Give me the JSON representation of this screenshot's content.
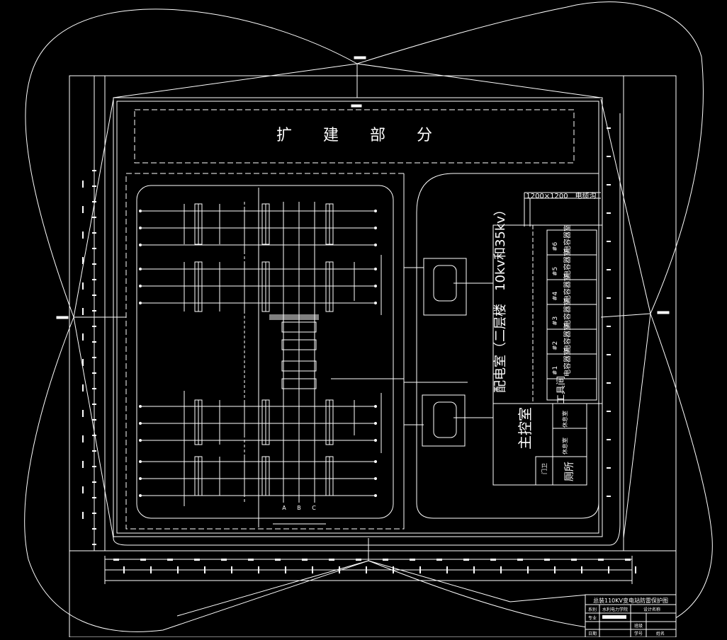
{
  "drawing": {
    "expansion_label": "扩　　建　　部　　分",
    "cable_trench_label": "1200×1200　电缆沟",
    "distribution_building": "配电室（二层楼　10kv和35kv）",
    "capacitor_rooms": [
      {
        "num": "#6",
        "name": "电容器室"
      },
      {
        "num": "#5",
        "name": "电容器室"
      },
      {
        "num": "#4",
        "name": "电容器室"
      },
      {
        "num": "#3",
        "name": "电容器室"
      },
      {
        "num": "#2",
        "name": "电容器室"
      },
      {
        "num": "#1",
        "name": "电容器室"
      }
    ],
    "tool_room": "工具间",
    "main_control": "主控室",
    "toilet": "厕所",
    "small_room_a": "休息室",
    "small_room_b": "休息室",
    "door_label": "门卫",
    "bay_letters": [
      "A",
      "B",
      "C"
    ]
  },
  "title_block": {
    "title": "总装110KV变电站防雷保护图",
    "rows": [
      {
        "label": "系别",
        "value": "水利电力学院",
        "extra": "设计名称"
      },
      {
        "label": "专业",
        "value": "",
        "extra": ""
      },
      {
        "label": "",
        "value": "",
        "extra": "班级"
      },
      {
        "label": "",
        "value": "",
        "extra": "学号"
      },
      {
        "label": "日期",
        "value": "",
        "extra": "姓名"
      }
    ]
  },
  "colors": {
    "background": "#000000",
    "lines": "#ffffff"
  }
}
